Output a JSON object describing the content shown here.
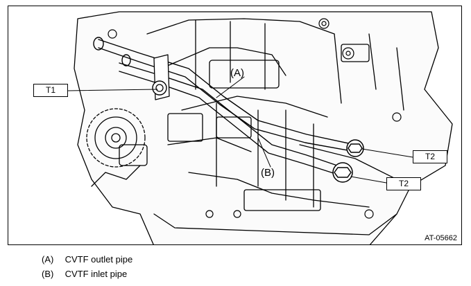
{
  "figure": {
    "code": "AT-05662",
    "callouts": {
      "t1": "T1",
      "t2_upper": "T2",
      "t2_lower": "T2",
      "a": "(A)",
      "b": "(B)"
    }
  },
  "legend": [
    {
      "key": "(A)",
      "text": "CVTF outlet pipe"
    },
    {
      "key": "(B)",
      "text": "CVTF inlet pipe"
    }
  ]
}
